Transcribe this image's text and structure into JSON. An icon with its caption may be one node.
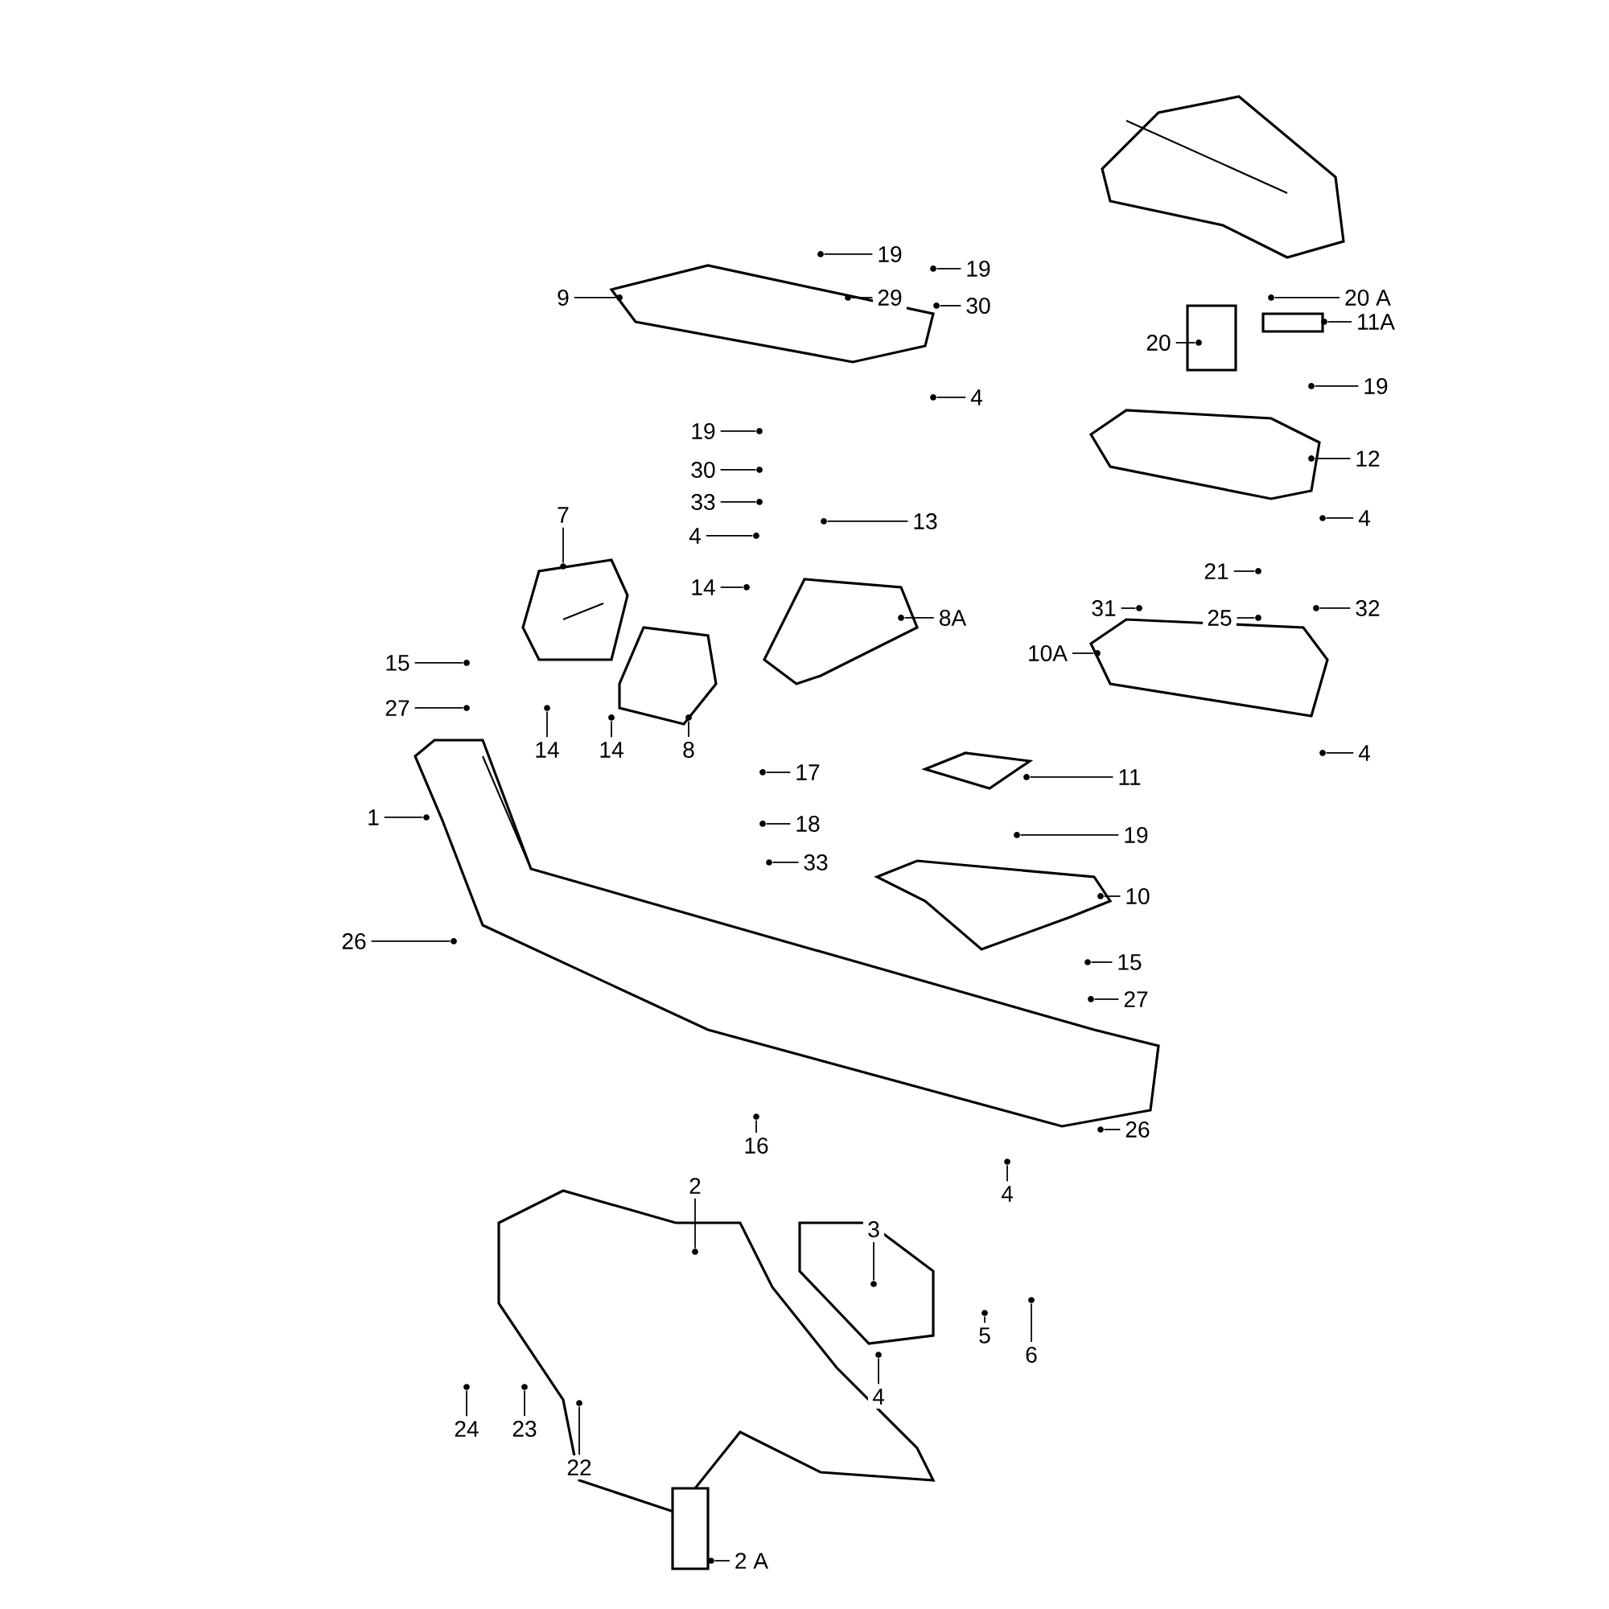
{
  "diagram": {
    "nodes": [
      {
        "text": [
          "20 A"
        ]
      },
      {
        "text": [],
        "shape": "picture"
      },
      {
        "text": [
          "19"
        ]
      },
      {
        "text": [],
        "shape": "picture"
      },
      {
        "text": [
          "29"
        ]
      },
      {
        "text": [],
        "shape": "picture"
      },
      {
        "text": [
          "19"
        ]
      },
      {
        "text": [],
        "shape": "picture"
      },
      {
        "text": [
          "30"
        ]
      },
      {
        "text": [],
        "shape": "picture"
      },
      {
        "text": [
          "9"
        ]
      },
      {
        "text": [],
        "shape": "picture"
      },
      {
        "text": [
          "4"
        ]
      },
      {
        "text": [],
        "shape": "picture"
      },
      {
        "text": [
          "20"
        ]
      },
      {
        "text": [],
        "shape": "picture"
      },
      {
        "text": [
          "11A"
        ]
      },
      {
        "text": [],
        "shape": "picture"
      },
      {
        "text": [
          "19"
        ]
      },
      {
        "text": [],
        "shape": "picture"
      },
      {
        "text": [
          "12"
        ]
      },
      {
        "text": [],
        "shape": "picture"
      },
      {
        "text": [
          "4"
        ]
      },
      {
        "text": [],
        "shape": "picture"
      },
      {
        "text": [
          "19"
        ]
      },
      {
        "text": [],
        "shape": "picture"
      },
      {
        "text": [
          "30"
        ]
      },
      {
        "text": [],
        "shape": "picture"
      },
      {
        "text": [
          "33"
        ]
      },
      {
        "text": [],
        "shape": "picture"
      },
      {
        "text": [
          "4"
        ]
      },
      {
        "text": [],
        "shape": "picture"
      },
      {
        "text": [
          "13"
        ]
      },
      {
        "text": [],
        "shape": "picture"
      },
      {
        "text": [
          "7"
        ]
      },
      {
        "text": [],
        "shape": "picture"
      },
      {
        "text": [
          "14"
        ]
      },
      {
        "text": [],
        "shape": "picture"
      },
      {
        "text": [
          "8A"
        ]
      },
      {
        "text": [],
        "shape": "picture"
      },
      {
        "text": [
          "31"
        ]
      },
      {
        "text": [],
        "shape": "picture"
      },
      {
        "text": [
          "21"
        ]
      },
      {
        "text": [],
        "shape": "picture"
      },
      {
        "text": [
          "32"
        ]
      },
      {
        "text": [],
        "shape": "picture"
      },
      {
        "text": [
          "25"
        ]
      },
      {
        "text": [],
        "shape": "picture"
      },
      {
        "text": [
          "10A"
        ]
      },
      {
        "text": [],
        "shape": "picture"
      },
      {
        "text": [
          "15"
        ]
      },
      {
        "text": [],
        "shape": "picture"
      },
      {
        "text": [
          "27"
        ]
      },
      {
        "text": [],
        "shape": "picture"
      },
      {
        "text": [
          "14"
        ]
      },
      {
        "text": [],
        "shape": "picture"
      },
      {
        "text": [
          "14"
        ]
      },
      {
        "text": [],
        "shape": "picture"
      },
      {
        "text": [
          "8"
        ]
      },
      {
        "text": [],
        "shape": "picture"
      },
      {
        "text": [
          "4"
        ]
      },
      {
        "text": [],
        "shape": "picture"
      },
      {
        "text": [
          "17"
        ]
      },
      {
        "text": [],
        "shape": "picture"
      },
      {
        "text": [
          "11"
        ]
      },
      {
        "text": [],
        "shape": "picture"
      },
      {
        "text": [
          "1"
        ]
      },
      {
        "text": [],
        "shape": "picture"
      },
      {
        "text": [
          "18"
        ]
      },
      {
        "text": [],
        "shape": "picture"
      },
      {
        "text": [
          "19"
        ]
      },
      {
        "text": [],
        "shape": "picture"
      },
      {
        "text": [
          "33"
        ]
      },
      {
        "text": [],
        "shape": "picture"
      },
      {
        "text": [
          "10"
        ]
      },
      {
        "text": [],
        "shape": "picture"
      },
      {
        "text": [
          "26"
        ]
      },
      {
        "text": [],
        "shape": "picture"
      },
      {
        "text": [
          "15"
        ]
      },
      {
        "text": [],
        "shape": "picture"
      },
      {
        "text": [
          "27"
        ]
      },
      {
        "text": [],
        "shape": "picture"
      },
      {
        "text": [
          "16"
        ]
      },
      {
        "text": [],
        "shape": "picture"
      },
      {
        "text": [
          "26"
        ]
      },
      {
        "text": [],
        "shape": "picture"
      },
      {
        "text": [
          "4"
        ]
      },
      {
        "text": [],
        "shape": "picture"
      },
      {
        "text": [
          "2"
        ]
      },
      {
        "text": [],
        "shape": "picture"
      },
      {
        "text": [
          "3"
        ]
      },
      {
        "text": [],
        "shape": "picture"
      },
      {
        "text": [
          "6"
        ]
      },
      {
        "text": [],
        "shape": "picture"
      },
      {
        "text": [
          "5"
        ]
      },
      {
        "text": [],
        "shape": "picture"
      },
      {
        "text": [
          "4"
        ]
      },
      {
        "text": [],
        "shape": "picture"
      },
      {
        "text": [
          "24"
        ]
      },
      {
        "text": [],
        "shape": "picture"
      },
      {
        "text": [
          "23"
        ]
      },
      {
        "text": [],
        "shape": "picture"
      },
      {
        "text": [
          "22"
        ]
      },
      {
        "text": [],
        "shape": "picture"
      },
      {
        "text": [
          "2 A"
        ]
      },
      {
        "text": [],
        "shape": "picture"
      }
    ],
    "edges": [
      {
        "from": 0,
        "to": 1,
        "arrow": "none"
      },
      {
        "from": 2,
        "to": 3,
        "arrow": "none"
      },
      {
        "from": 4,
        "to": 5,
        "arrow": "none"
      },
      {
        "from": 6,
        "to": 7,
        "arrow": "none"
      },
      {
        "from": 8,
        "to": 9,
        "arrow": "none"
      },
      {
        "from": 10,
        "to": 11,
        "arrow": "none"
      },
      {
        "from": 12,
        "to": 13,
        "arrow": "none"
      },
      {
        "from": 14,
        "to": 15,
        "arrow": "none"
      },
      {
        "from": 16,
        "to": 17,
        "arrow": "none"
      },
      {
        "from": 18,
        "to": 19,
        "arrow": "none"
      },
      {
        "from": 20,
        "to": 21,
        "arrow": "none"
      },
      {
        "from": 22,
        "to": 23,
        "arrow": "none"
      },
      {
        "from": 24,
        "to": 25,
        "arrow": "none"
      },
      {
        "from": 26,
        "to": 27,
        "arrow": "none"
      },
      {
        "from": 28,
        "to": 29,
        "arrow": "none"
      },
      {
        "from": 30,
        "to": 31,
        "arrow": "none"
      },
      {
        "from": 32,
        "to": 33,
        "arrow": "none"
      },
      {
        "from": 34,
        "to": 35,
        "arrow": "none"
      },
      {
        "from": 36,
        "to": 37,
        "arrow": "none"
      },
      {
        "from": 38,
        "to": 39,
        "arrow": "none"
      },
      {
        "from": 40,
        "to": 41,
        "arrow": "none"
      },
      {
        "from": 42,
        "to": 43,
        "arrow": "none"
      },
      {
        "from": 44,
        "to": 45,
        "arrow": "none"
      },
      {
        "from": 46,
        "to": 47,
        "arrow": "none"
      },
      {
        "from": 48,
        "to": 49,
        "arrow": "none"
      },
      {
        "from": 50,
        "to": 51,
        "arrow": "none"
      },
      {
        "from": 52,
        "to": 53,
        "arrow": "none"
      },
      {
        "from": 54,
        "to": 55,
        "arrow": "none"
      },
      {
        "from": 56,
        "to": 57,
        "arrow": "none"
      },
      {
        "from": 58,
        "to": 59,
        "arrow": "none"
      },
      {
        "from": 60,
        "to": 61,
        "arrow": "none"
      },
      {
        "from": 62,
        "to": 63,
        "arrow": "none"
      },
      {
        "from": 64,
        "to": 65,
        "arrow": "none"
      },
      {
        "from": 66,
        "to": 67,
        "arrow": "none"
      },
      {
        "from": 68,
        "to": 69,
        "arrow": "none"
      },
      {
        "from": 70,
        "to": 71,
        "arrow": "none"
      },
      {
        "from": 72,
        "to": 73,
        "arrow": "none"
      },
      {
        "from": 74,
        "to": 75,
        "arrow": "none"
      },
      {
        "from": 76,
        "to": 77,
        "arrow": "none"
      },
      {
        "from": 78,
        "to": 79,
        "arrow": "none"
      },
      {
        "from": 80,
        "to": 81,
        "arrow": "none"
      },
      {
        "from": 82,
        "to": 83,
        "arrow": "none"
      },
      {
        "from": 84,
        "to": 85,
        "arrow": "none"
      },
      {
        "from": 86,
        "to": 87,
        "arrow": "none"
      },
      {
        "from": 88,
        "to": 89,
        "arrow": "none"
      },
      {
        "from": 90,
        "to": 91,
        "arrow": "none"
      },
      {
        "from": 92,
        "to": 93,
        "arrow": "none"
      },
      {
        "from": 94,
        "to": 95,
        "arrow": "none"
      },
      {
        "from": 96,
        "to": 97,
        "arrow": "none"
      },
      {
        "from": 98,
        "to": 99,
        "arrow": "none"
      },
      {
        "from": 100,
        "to": 101,
        "arrow": "none"
      },
      {
        "from": 102,
        "to": 103,
        "arrow": "none"
      },
      {
        "from": 104,
        "to": 105,
        "arrow": "none"
      }
    ]
  }
}
